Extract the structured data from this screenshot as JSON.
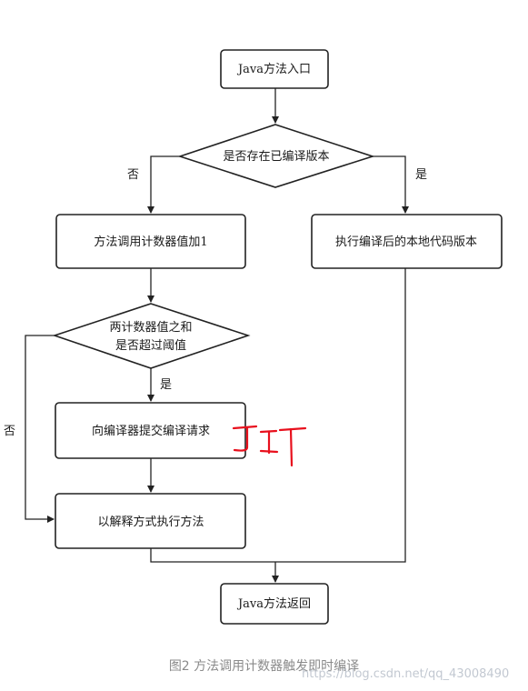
{
  "nodes": {
    "entry": "Java方法入口",
    "decision_compiled": "是否存在已编译版本",
    "increment_counter": "方法调用计数器值加1",
    "execute_native": "执行编译后的本地代码版本",
    "decision_threshold_line1": "两计数器值之和",
    "decision_threshold_line2": "是否超过阈值",
    "submit_compile": "向编译器提交编译请求",
    "interpret": "以解释方式执行方法",
    "return": "Java方法返回"
  },
  "edges": {
    "no_left": "否",
    "yes_right": "是",
    "yes_down": "是",
    "no_loop": "否"
  },
  "annotation": "JIT",
  "caption": "图2 方法调用计数器触发即时编译",
  "watermark": "https://blog.csdn.net/qq_43008490",
  "colors": {
    "line": "#222222",
    "annotation": "#e8101d",
    "caption": "#8a8a8a"
  }
}
